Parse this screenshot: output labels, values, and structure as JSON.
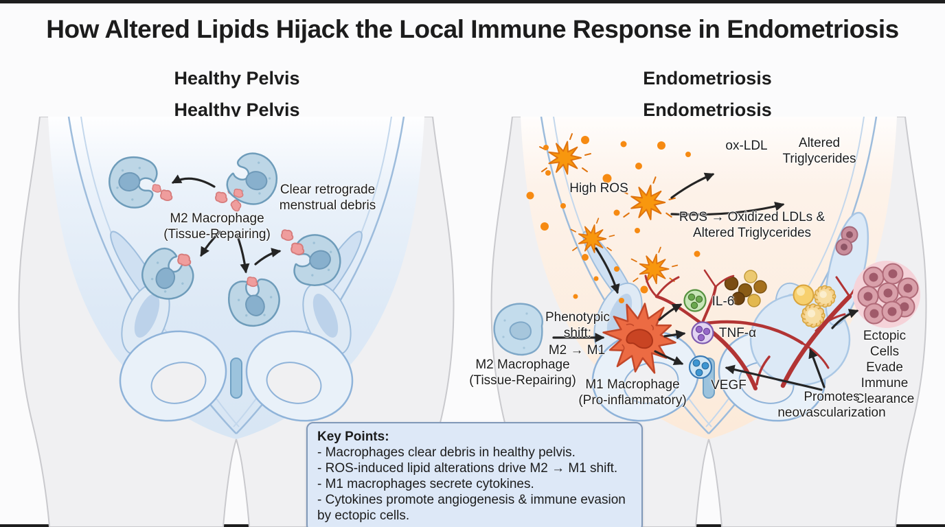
{
  "title": "How Altered Lipids Hijack the Local Immune Response in Endometriosis",
  "left_panel": {
    "heading": "Healthy Pelvis",
    "heading_repeat": "Healthy Pelvis",
    "labels": {
      "clear_debris": "Clear retrograde\nmenstrual debris",
      "m2_macrophage": "M2 Macrophage\n(Tissue-Repairing)"
    }
  },
  "right_panel": {
    "heading": "Endometriosis",
    "heading_repeat": "Endometriosis",
    "labels": {
      "high_ros": "High ROS",
      "ox_ldl": "ox-LDL",
      "altered_triglycerides": "Altered\nTriglycerides",
      "ros_reaction": "ROS → Oxidized LDLs &\nAltered Triglycerides",
      "m2_macrophage": "M2 Macrophage\n(Tissue-Repairing)",
      "phenotypic_shift": "Phenotypic\nshift:",
      "shift_direction": "M2 → M1",
      "m1_macrophage": "M1 Macrophage\n(Pro-inflammatory)",
      "il6": "IL-6",
      "tnf_alpha": "TNF-α",
      "vegf": "VEGF",
      "ectopic_cells": "Ectopic Cells\nEvade Immune\nClearance",
      "neovascularization": "Promotes\nneovascularization"
    }
  },
  "key_points": {
    "heading": "Key Points:",
    "items": [
      "- Macrophages clear debris in healthy pelvis.",
      "- ROS-induced lipid alterations drive M2 → M1 shift.",
      "- M1 macrophages secrete cytokines.",
      "- Cytokines promote angiogenesis & immune evasion\nby ectopic cells."
    ]
  },
  "colors": {
    "background": "#fbfbfc",
    "body_silhouette": "#f0f0f2",
    "healthy_cavity_blue": "#dbe8f6",
    "endo_cavity_peach": "#fcebdd",
    "bone_blue": "#e9f1f9",
    "bone_outline": "#8fb3d9",
    "m2_macrophage_blue": "#bdd6e6",
    "debris_pink": "#ef9d9d",
    "ros_orange": "#f8970e",
    "oxldl_brown": "#8a5c16",
    "triglyceride_gold": "#f7d06e",
    "m1_macrophage_orange": "#ec6b43",
    "il6_green": "#c8e6b8",
    "tnf_purple": "#e2d4f2",
    "vegf_blue": "#cfe6f5",
    "vessel_red": "#b23434",
    "ectopic_mauve": "#d9a0aa",
    "keypoints_bg": "#dde8f7",
    "keypoints_border": "#8098b8",
    "text": "#1c1c1c"
  }
}
